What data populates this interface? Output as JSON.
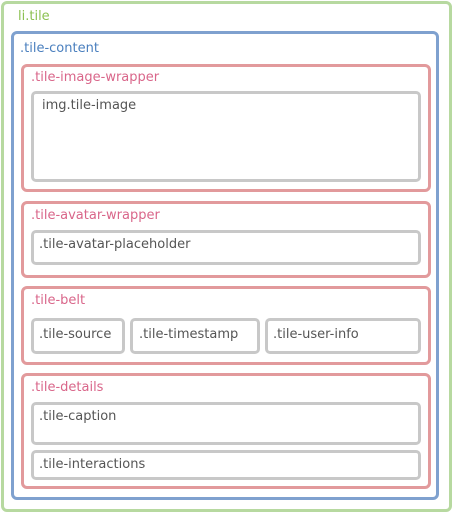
{
  "colors": {
    "li_tile": "#8cc152",
    "tile_content": "#4a7fbe",
    "wrapper": "#d9668a",
    "leaf": "#555555"
  },
  "tile": {
    "label": "li.tile"
  },
  "content": {
    "label": ".tile-content"
  },
  "image_wrapper": {
    "label": ".tile-image-wrapper",
    "image": "img.tile-image"
  },
  "avatar_wrapper": {
    "label": ".tile-avatar-wrapper",
    "placeholder": ".tile-avatar-placeholder"
  },
  "belt": {
    "label": ".tile-belt",
    "source": ".tile-source",
    "timestamp": ".tile-timestamp",
    "user_info": ".tile-user-info"
  },
  "details": {
    "label": ".tile-details",
    "caption": ".tile-caption",
    "interactions": ".tile-interactions"
  }
}
